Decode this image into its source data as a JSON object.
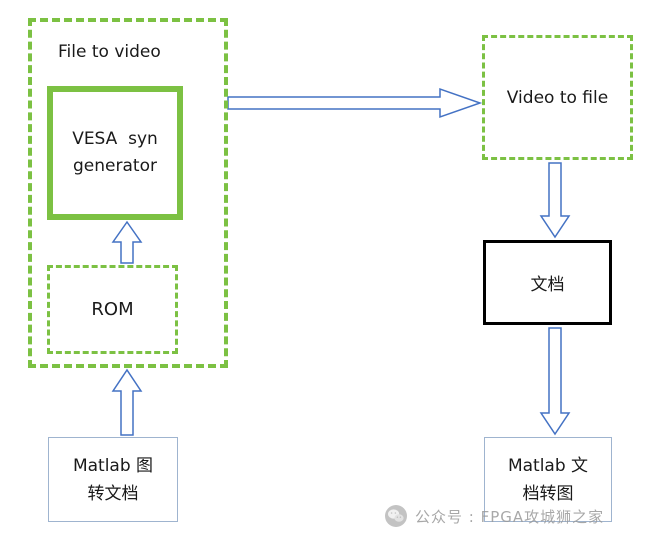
{
  "diagram": {
    "groups": {
      "file_to_video": {
        "label": "File to video"
      }
    },
    "nodes": {
      "vesa_generator": {
        "lines": [
          "VESA  syn",
          "generator"
        ]
      },
      "rom": {
        "label": "ROM"
      },
      "video_to_file": {
        "label": "Video to file"
      },
      "document": {
        "label": "文档"
      },
      "matlab_img_to_doc": {
        "lines": [
          "Matlab 图",
          "转文档"
        ]
      },
      "matlab_doc_to_img": {
        "lines": [
          "Matlab 文",
          "档转图"
        ]
      }
    },
    "edges": [
      {
        "from": "rom",
        "to": "vesa_generator",
        "direction": "up",
        "style": "hollow-arrow"
      },
      {
        "from": "matlab_img_to_doc",
        "to": "file_to_video",
        "direction": "up",
        "style": "hollow-arrow"
      },
      {
        "from": "file_to_video",
        "to": "video_to_file",
        "direction": "right",
        "style": "hollow-arrow"
      },
      {
        "from": "video_to_file",
        "to": "document",
        "direction": "down",
        "style": "hollow-arrow"
      },
      {
        "from": "document",
        "to": "matlab_doc_to_img",
        "direction": "down",
        "style": "hollow-arrow"
      }
    ],
    "colors": {
      "green": "#7cc143",
      "arrow_stroke": "#4472c4",
      "arrow_fill": "#ffffff",
      "black_border": "#000000",
      "thin_border": "#9fb4cf",
      "text": "#1a1a1a",
      "watermark": "#9a9a9a"
    }
  },
  "watermark": {
    "icon": "wechat-icon",
    "text": "公众号 : FPGA攻城狮之家"
  }
}
